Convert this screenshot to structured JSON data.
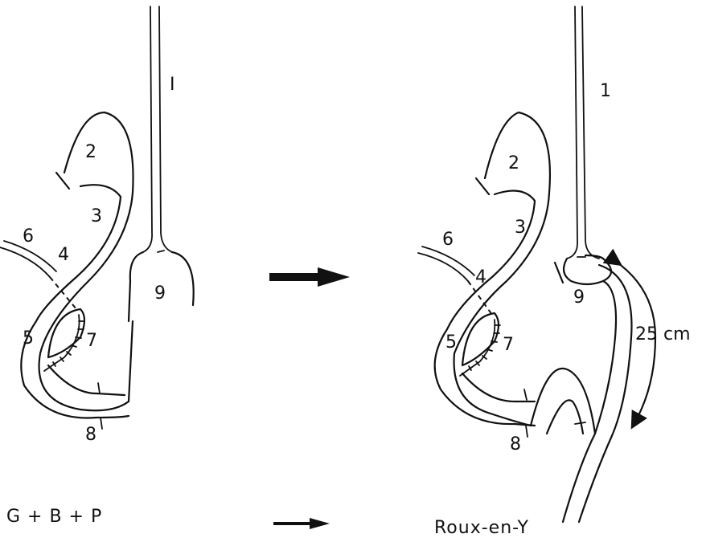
{
  "left_diagram": {
    "labels": [
      "I",
      "2",
      "3",
      "6",
      "4",
      "9",
      "5",
      "7",
      "8"
    ],
    "caption": "G + B + P"
  },
  "right_diagram": {
    "labels": [
      "1",
      "2",
      "3",
      "6",
      "4",
      "9",
      "5",
      "7",
      "8"
    ],
    "measurement": "25 cm",
    "caption": "Roux-en-Y"
  }
}
